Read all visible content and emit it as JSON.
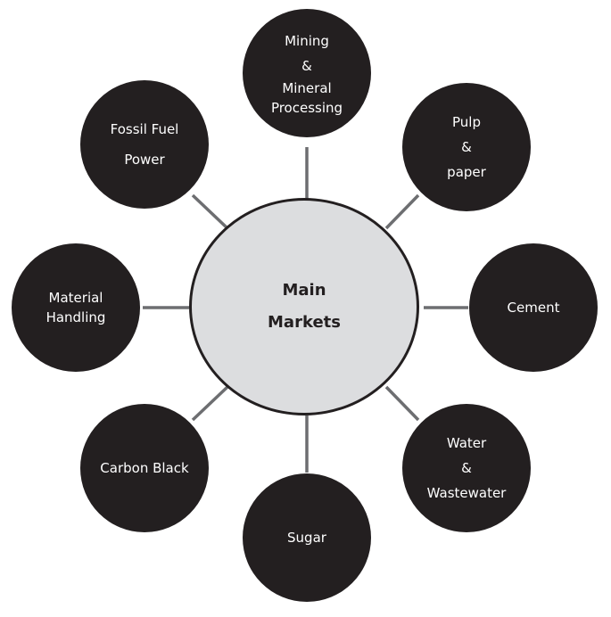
{
  "center": {
    "lines": [
      "Main",
      "Markets"
    ]
  },
  "markets": [
    {
      "id": "mining",
      "lines": [
        "Mining",
        "&",
        "Mineral",
        "Processing"
      ]
    },
    {
      "id": "pulp",
      "lines": [
        "Pulp",
        "&",
        "paper"
      ]
    },
    {
      "id": "cement",
      "lines": [
        "Cement"
      ]
    },
    {
      "id": "water",
      "lines": [
        "Water",
        "&",
        "Wastewater"
      ]
    },
    {
      "id": "sugar",
      "lines": [
        "Sugar"
      ]
    },
    {
      "id": "carbon-black",
      "lines": [
        "Carbon Black"
      ]
    },
    {
      "id": "material-handling",
      "lines": [
        "Material",
        "Handling"
      ]
    },
    {
      "id": "fossil-fuel",
      "lines": [
        "Fossil Fuel",
        "Power"
      ]
    }
  ],
  "colors": {
    "node": "#231f20",
    "center": "#dcdddf",
    "connector": "#6d6e71"
  }
}
